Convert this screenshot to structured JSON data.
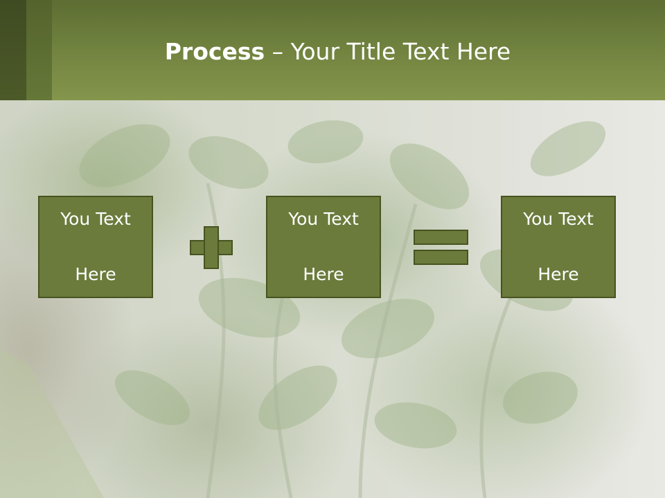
{
  "slide": {
    "title_bold": "Process",
    "title_rest": " – Your Title Text Here",
    "boxes": [
      {
        "line1": "You Text",
        "line2": "Here"
      },
      {
        "line1": "You Text",
        "line2": "Here"
      },
      {
        "line1": "You Text",
        "line2": "Here"
      }
    ],
    "operators": [
      "plus-icon",
      "equals-icon"
    ]
  },
  "colors": {
    "header_green": "#71833f",
    "box_fill": "#6b7b3c",
    "box_border": "#47531f",
    "text": "#ffffff"
  }
}
